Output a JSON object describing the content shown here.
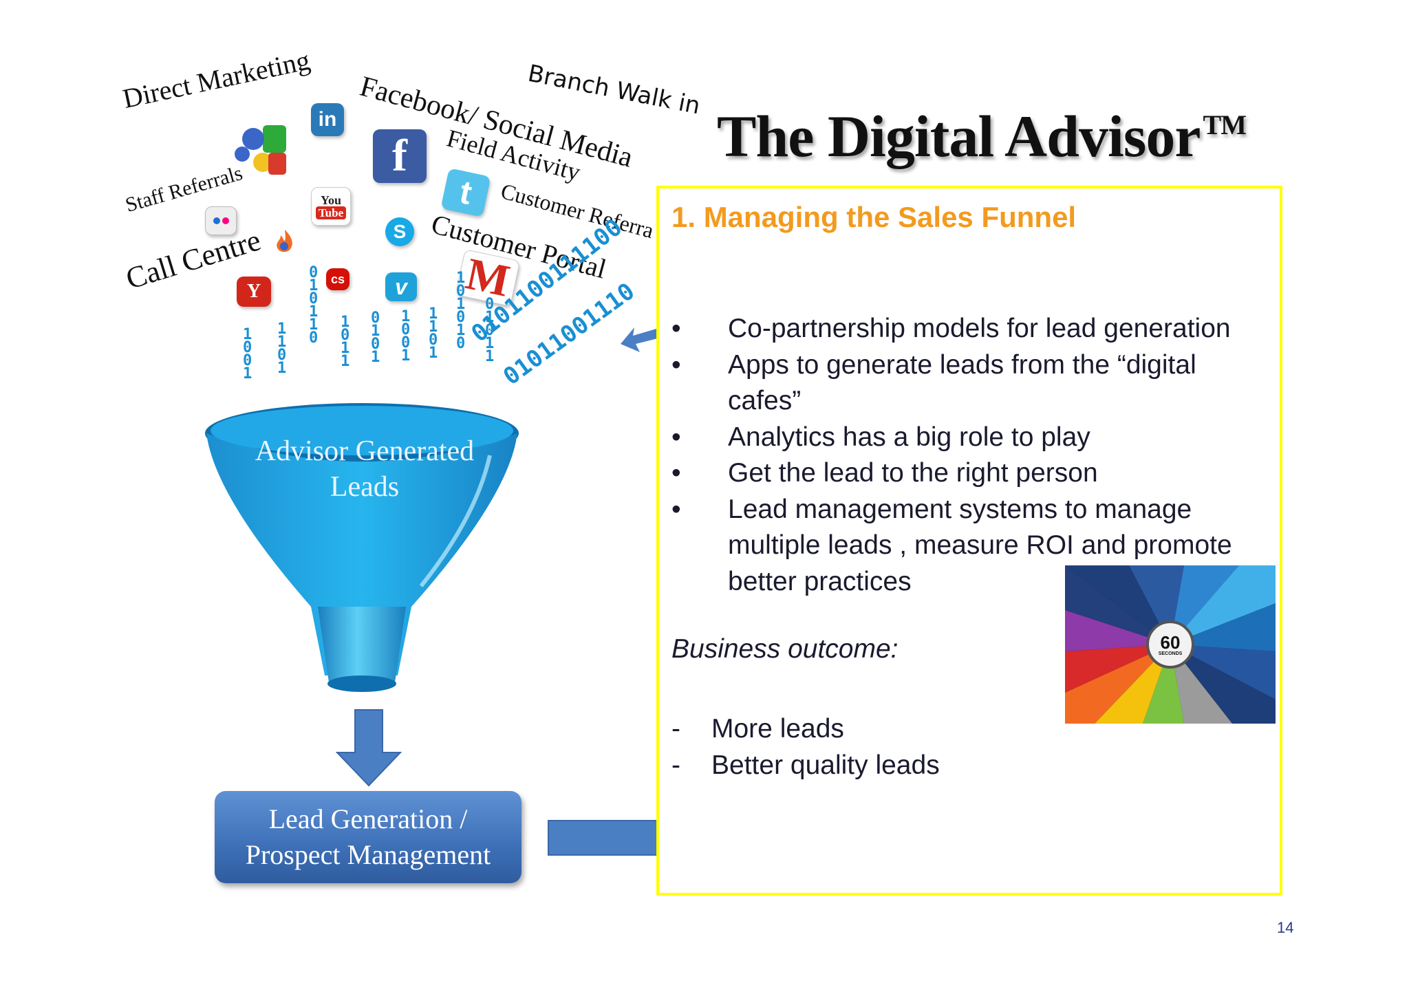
{
  "channels": {
    "direct_marketing": "Direct Marketing",
    "facebook_social": "Facebook/ Social Media",
    "branch_walk_in": "Branch Walk in",
    "field_activity": "Field Activity",
    "staff_referrals": "Staff Referrals",
    "customer_referrals": "Customer Referra",
    "customer_portal": "Customer Portal",
    "call_centre": "Call Centre"
  },
  "icons": {
    "linkedin": "in",
    "facebook": "f",
    "youtube_top": "You",
    "youtube_bottom": "Tube",
    "skype": "S",
    "vimeo": "v",
    "gmail": "M",
    "yahoo": "Y",
    "lastfm": "cs",
    "twitter": "t"
  },
  "binary": {
    "arc_1": "0101100111100",
    "arc_2": "01011001110"
  },
  "funnel": {
    "line1": "Advisor Generated",
    "line2": "Leads"
  },
  "lead_box": {
    "line1": "Lead Generation /",
    "line2": "Prospect Management"
  },
  "title": {
    "text": "The Digital Advisor",
    "mark": "TM"
  },
  "panel": {
    "heading": "1. Managing the Sales Funnel",
    "bullet_symbol": "•",
    "bullets": [
      "Co-partnership models for lead generation",
      "Apps to generate leads from the “digital cafes”",
      "Analytics has a big role to play",
      "Get the lead to the right person",
      "Lead management systems to manage multiple leads , measure ROI and promote better practices"
    ],
    "outcome_label": "Business outcome:",
    "dash_symbol": "-",
    "outcomes": [
      "More leads",
      "Better quality leads"
    ]
  },
  "infographic": {
    "hub_number": "60",
    "hub_caption": "SECONDS"
  },
  "colors": {
    "panel_border": "#ffff00",
    "heading": "#f39a1e",
    "funnel": "#1aa3e0",
    "lead_box": "#3e70b8",
    "arrow": "#4a7fc4"
  },
  "page": {
    "number": "14"
  }
}
